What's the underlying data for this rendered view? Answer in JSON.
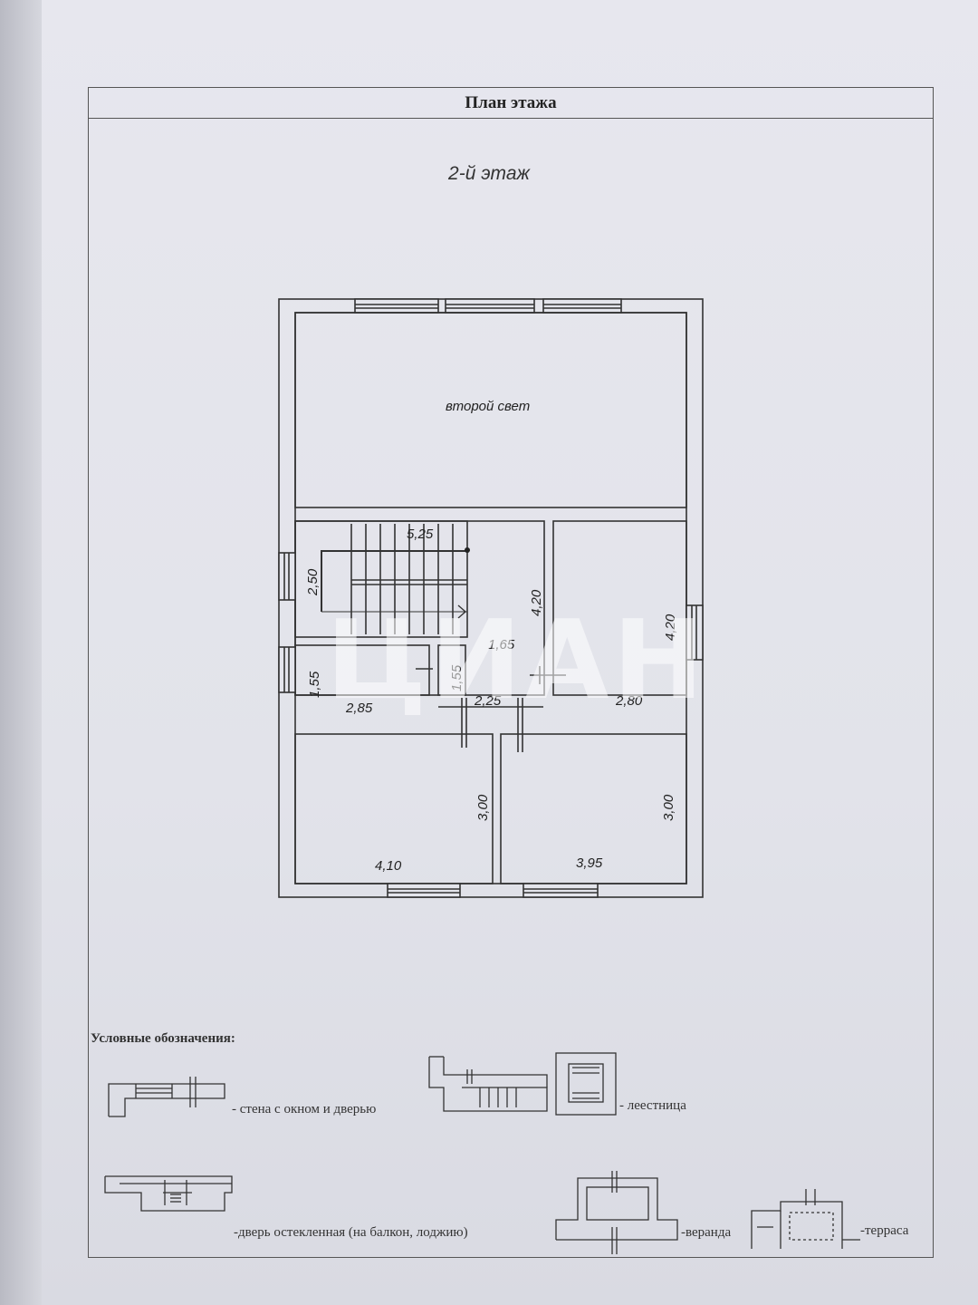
{
  "header": {
    "title": "План этажа"
  },
  "floor": {
    "title": "2-й этаж"
  },
  "rooms": {
    "second_light": "второй свет"
  },
  "dimensions": {
    "stair_length": "5,25",
    "stair_width": "2,50",
    "hall_height": "4,20",
    "hall_width": "1,65",
    "bath_left_height": "1,55",
    "bath_left_width": "2,85",
    "bath_mid_height": "1,55",
    "bath_mid_width": "2,25",
    "room_right_height": "4,20",
    "room_right_width": "2,80",
    "room_bl_height": "3,00",
    "room_bl_width": "4,10",
    "room_br_height": "3,00",
    "room_br_width": "3,95"
  },
  "watermark": "ЦИАН",
  "legend": {
    "title": "Условные обозначения:",
    "wall": "- стена с окном и дверью",
    "stairs": "- леестница",
    "glass_door": "-дверь остекленная (на балкон, лоджию)",
    "veranda": "-веранда",
    "terrace": "-терраса"
  }
}
